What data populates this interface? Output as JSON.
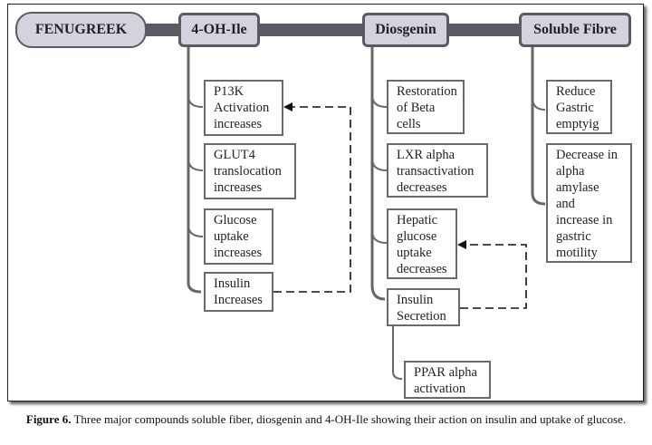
{
  "diagram": {
    "root": {
      "label": "FENUGREEK"
    },
    "compounds": [
      {
        "label": "4-OH-Ile",
        "effects": [
          "P13K\nActivation\nincreases",
          "GLUT4\ntranslocation\nincreases",
          "Glucose\nuptake\nincreases",
          "Insulin\nIncreases"
        ]
      },
      {
        "label": "Diosgenin",
        "effects": [
          "Restoration\nof Beta\ncells",
          "LXR alpha\ntransactivation\ndecreases",
          "Hepatic\nglucose\nuptake\ndecreases",
          "Insulin\nSecretion"
        ],
        "sub_effect": "PPAR alpha\nactivation"
      },
      {
        "label": "Soluble Fibre",
        "effects": [
          "Reduce\nGastric\nemptyig",
          "Decrease in\nalpha\namylase\nand\nincrease in\ngastric\nmotility"
        ]
      }
    ],
    "feedback_arrows": [
      {
        "from": "Insulin Increases",
        "to": "P13K Activation increases",
        "style": "dashed"
      },
      {
        "from": "Insulin Secretion",
        "to": "Hepatic glucose uptake decreases",
        "style": "dashed"
      }
    ]
  },
  "caption": {
    "label": "Figure 6.",
    "text": " Three major compounds soluble fiber, diosgenin and 4-OH-Ile showing their action on insulin and uptake of glucose."
  }
}
